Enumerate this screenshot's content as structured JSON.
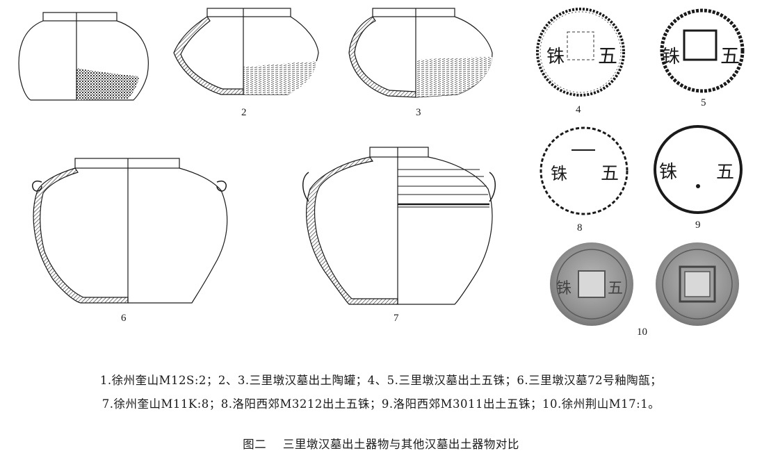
{
  "figure": {
    "labels": {
      "n2": "2",
      "n3": "3",
      "n4": "4",
      "n5": "5",
      "n6": "6",
      "n7": "7",
      "n8": "8",
      "n9": "9",
      "n10": "10"
    }
  },
  "caption": {
    "line1": "1.徐州奎山M12S:2；2、3.三里墩汉墓出土陶罐；4、5.三里墩汉墓出土五铢；6.三里墩汉墓72号釉陶瓿；",
    "line2": "7.徐州奎山M11K:8；8.洛阳西郊M3212出土五铢；9.洛阳西郊M3011出土五铢；10.徐州荆山M17:1。",
    "title": "图二 三里墩汉墓出土器物与其他汉墓出土器物对比"
  },
  "colors": {
    "ink": "#1a1a1a",
    "coin_gray": "#8a8a8a"
  }
}
